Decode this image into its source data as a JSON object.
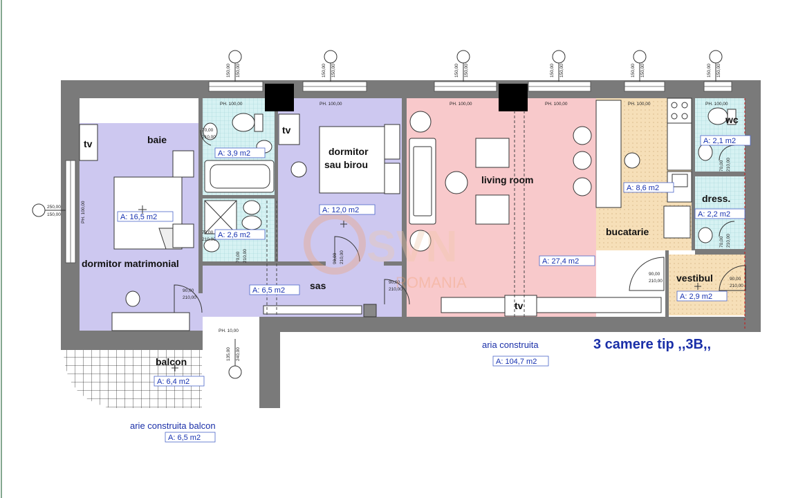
{
  "title": "3 camere tip ,,3B,,",
  "aria_construita": {
    "label": "aria construita",
    "value": "A: 104,7 m2"
  },
  "arie_balcon": {
    "label": "arie construita balcon",
    "value": "A: 6,5 m2"
  },
  "watermark": {
    "main": "SVN",
    "sub": "ROMANIA"
  },
  "rooms": {
    "baie": {
      "label": "baie",
      "area": "A: 3,9 m2"
    },
    "baie2": {
      "area": "A: 2,6 m2"
    },
    "dormitor_matrimonial": {
      "label": "dormitor matrimonial",
      "area": "A: 16,5 m2"
    },
    "dormitor_birou": {
      "label1": "dormitor",
      "label2": "sau birou",
      "area": "A: 12,0 m2"
    },
    "sas": {
      "label": "sas",
      "area": "A: 6,5 m2"
    },
    "living": {
      "label": "living room",
      "area": "A: 27,4 m2"
    },
    "bucatarie": {
      "label": "bucatarie",
      "area": "A: 8,6 m2"
    },
    "wc": {
      "label": "wc",
      "area": "A: 2,1 m2"
    },
    "dress": {
      "label": "dress.",
      "area": "A: 2,2 m2"
    },
    "vestibul": {
      "label": "vestibul",
      "area": "A: 2,9 m2"
    },
    "balcon": {
      "label": "balcon",
      "area": "A: 6,4 m2"
    }
  },
  "tv_label": "tv",
  "sill_label": "PH. 100,00",
  "sill_label_small": "PH. 10,00",
  "window_dims": {
    "a": "150,00",
    "b": "250,00"
  },
  "door_dims": {
    "a": "90,00",
    "b": "210,00"
  },
  "door_dims_small": {
    "a": "70,00",
    "b": "210,00"
  },
  "balcon_door": {
    "a": "135,00",
    "b": "240,00"
  },
  "colors": {
    "wall": "#7a7a7a",
    "lavender": "#cdc8f0",
    "pink": "#f8c9cb",
    "beige": "#f4dcb5",
    "tile": "#cfeff0"
  }
}
